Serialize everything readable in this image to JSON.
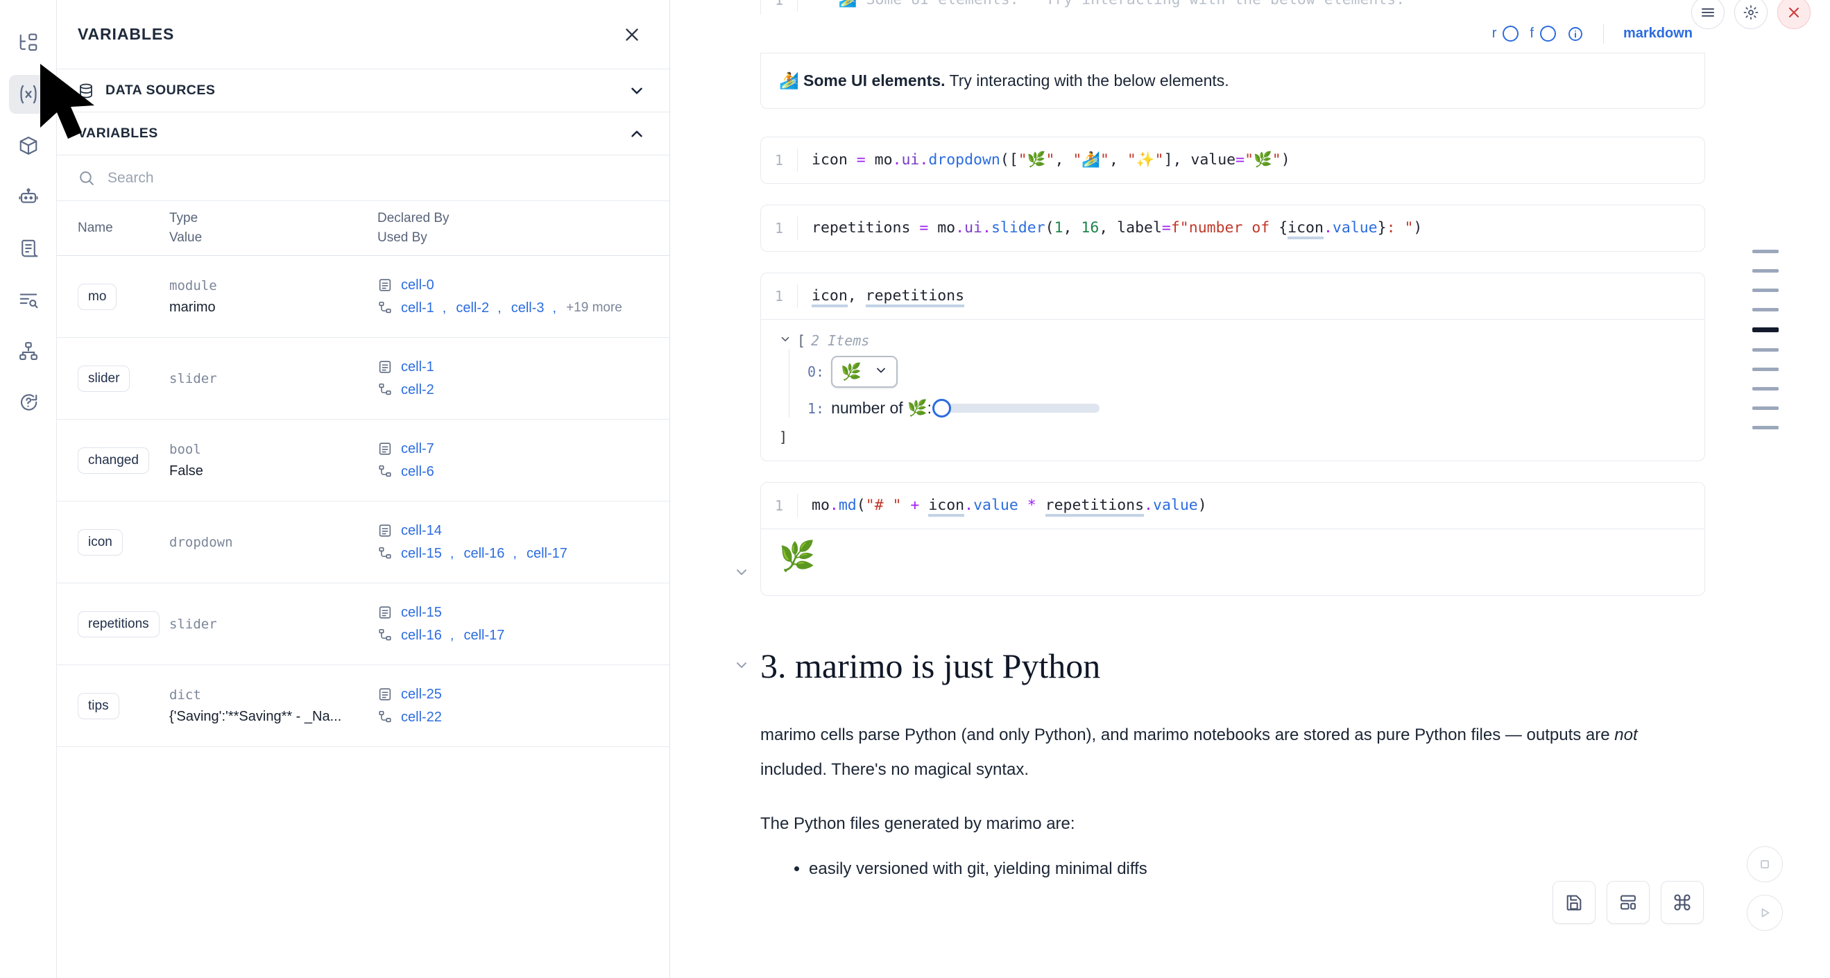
{
  "rail": {
    "items": [
      {
        "name": "file-explorer-icon",
        "active": false
      },
      {
        "name": "variables-icon",
        "active": true
      },
      {
        "name": "package-icon",
        "active": false
      },
      {
        "name": "robot-icon",
        "active": false
      },
      {
        "name": "scratchpad-icon",
        "active": false
      },
      {
        "name": "outline-icon",
        "active": false
      },
      {
        "name": "dependency-graph-icon",
        "active": false
      },
      {
        "name": "help-icon",
        "active": false
      }
    ]
  },
  "panel": {
    "title": "VARIABLES",
    "close_icon": "close-icon",
    "sections": [
      {
        "label": "DATA SOURCES",
        "icon": "database-icon",
        "chevron": "chevron-down-icon",
        "expanded": false
      },
      {
        "label": "VARIABLES",
        "icon": "",
        "chevron": "chevron-up-icon",
        "expanded": true
      }
    ],
    "search": {
      "placeholder": "Search",
      "value": "",
      "icon": "search-icon"
    },
    "table": {
      "headers": {
        "name": "Name",
        "type": "Type",
        "value": "Value",
        "declared_by": "Declared By",
        "used_by": "Used By"
      },
      "rows": [
        {
          "name": "mo",
          "type": "module",
          "value": "marimo",
          "declared_by": [
            "cell-0"
          ],
          "used_by": [
            "cell-1",
            "cell-2",
            "cell-3"
          ],
          "used_by_more": "+19 more"
        },
        {
          "name": "slider",
          "type": "slider",
          "value": "",
          "declared_by": [
            "cell-1"
          ],
          "used_by": [
            "cell-2"
          ],
          "used_by_more": ""
        },
        {
          "name": "changed",
          "type": "bool",
          "value": "False",
          "declared_by": [
            "cell-7"
          ],
          "used_by": [
            "cell-6"
          ],
          "used_by_more": ""
        },
        {
          "name": "icon",
          "type": "dropdown",
          "value": "",
          "declared_by": [
            "cell-14"
          ],
          "used_by": [
            "cell-15",
            "cell-16",
            "cell-17"
          ],
          "used_by_more": ""
        },
        {
          "name": "repetitions",
          "type": "slider",
          "value": "",
          "declared_by": [
            "cell-15"
          ],
          "used_by": [
            "cell-16",
            "cell-17"
          ],
          "used_by_more": ""
        },
        {
          "name": "tips",
          "type": "dict",
          "value": "{'Saving':'**Saving** - _Na...",
          "declared_by": [
            "cell-25"
          ],
          "used_by": [
            "cell-22"
          ],
          "used_by_more": ""
        }
      ]
    }
  },
  "notebook": {
    "top_cell": {
      "line_no": "1",
      "code_raw": "\"\"\"🏄 Some UI elements.\"\" Try interacting with the below elements.",
      "toolbar": {
        "r_label": "r",
        "f_label": "f",
        "info_icon": "info-icon",
        "language": "markdown",
        "menu_icon": "hamburger-icon",
        "settings_icon": "gear-icon",
        "delete_icon": "close-icon"
      },
      "output_bold": "Some UI elements.",
      "output_rest": " Try interacting with the below elements.",
      "output_emoji": "🏄"
    },
    "cells": [
      {
        "line_no": "1",
        "tokens": [
          {
            "t": "icon ",
            "c": "k-plain"
          },
          {
            "t": "=",
            "c": "k-op"
          },
          {
            "t": " mo",
            "c": "k-plain"
          },
          {
            "t": ".",
            "c": "k-op"
          },
          {
            "t": "ui",
            "c": "k-mod"
          },
          {
            "t": ".",
            "c": "k-op"
          },
          {
            "t": "dropdown",
            "c": "k-attr"
          },
          {
            "t": "([",
            "c": "k-plain"
          },
          {
            "t": "\"🌿\"",
            "c": "k-str"
          },
          {
            "t": ", ",
            "c": "k-plain"
          },
          {
            "t": "\"🏄\"",
            "c": "k-str"
          },
          {
            "t": ", ",
            "c": "k-plain"
          },
          {
            "t": "\"✨\"",
            "c": "k-str"
          },
          {
            "t": "], value",
            "c": "k-plain"
          },
          {
            "t": "=",
            "c": "k-op"
          },
          {
            "t": "\"🌿\"",
            "c": "k-str"
          },
          {
            "t": ")",
            "c": "k-plain"
          }
        ]
      },
      {
        "line_no": "1",
        "tokens": [
          {
            "t": "repetitions ",
            "c": "k-plain"
          },
          {
            "t": "=",
            "c": "k-op"
          },
          {
            "t": " mo",
            "c": "k-plain"
          },
          {
            "t": ".",
            "c": "k-op"
          },
          {
            "t": "ui",
            "c": "k-mod"
          },
          {
            "t": ".",
            "c": "k-op"
          },
          {
            "t": "slider",
            "c": "k-attr"
          },
          {
            "t": "(",
            "c": "k-plain"
          },
          {
            "t": "1",
            "c": "k-num"
          },
          {
            "t": ", ",
            "c": "k-plain"
          },
          {
            "t": "16",
            "c": "k-num"
          },
          {
            "t": ", label",
            "c": "k-plain"
          },
          {
            "t": "=",
            "c": "k-op"
          },
          {
            "t": "f\"number of ",
            "c": "k-str"
          },
          {
            "t": "{",
            "c": "k-plain"
          },
          {
            "t": "icon",
            "c": "k-var"
          },
          {
            "t": ".",
            "c": "k-op"
          },
          {
            "t": "value",
            "c": "k-attr"
          },
          {
            "t": "}",
            "c": "k-plain"
          },
          {
            "t": ": \"",
            "c": "k-str"
          },
          {
            "t": ")",
            "c": "k-plain"
          }
        ]
      }
    ],
    "inspect_cell": {
      "line_no": "1",
      "tokens": [
        {
          "t": "icon",
          "c": "k-var"
        },
        {
          "t": ", ",
          "c": "k-plain"
        },
        {
          "t": "repetitions",
          "c": "k-var"
        }
      ],
      "output": {
        "chevron": "chevron-down-icon",
        "open_bracket": "[",
        "items_label": "2 Items",
        "close_bracket": "]",
        "rows": [
          {
            "index": "0:",
            "widget": "dropdown",
            "value_emoji": "🌿",
            "chevron": "chevron-down-icon"
          },
          {
            "index": "1:",
            "widget": "slider",
            "label": "number of 🌿:",
            "value": 1,
            "min": 1,
            "max": 16
          }
        ]
      }
    },
    "md_cell": {
      "line_no": "1",
      "tokens": [
        {
          "t": "mo",
          "c": "k-plain"
        },
        {
          "t": ".",
          "c": "k-op"
        },
        {
          "t": "md",
          "c": "k-attr"
        },
        {
          "t": "(",
          "c": "k-plain"
        },
        {
          "t": "\"# \"",
          "c": "k-str"
        },
        {
          "t": " ",
          "c": "k-plain"
        },
        {
          "t": "+",
          "c": "k-op"
        },
        {
          "t": " ",
          "c": "k-plain"
        },
        {
          "t": "icon",
          "c": "k-var"
        },
        {
          "t": ".",
          "c": "k-op"
        },
        {
          "t": "value",
          "c": "k-attr"
        },
        {
          "t": " ",
          "c": "k-plain"
        },
        {
          "t": "*",
          "c": "k-op"
        },
        {
          "t": " ",
          "c": "k-plain"
        },
        {
          "t": "repetitions",
          "c": "k-var"
        },
        {
          "t": ".",
          "c": "k-op"
        },
        {
          "t": "value",
          "c": "k-attr"
        },
        {
          "t": ")",
          "c": "k-plain"
        }
      ],
      "output_emoji": "🌿",
      "chevron": "chevron-down-icon"
    },
    "section": {
      "chevron": "chevron-down-icon",
      "heading": "3. marimo is just Python",
      "paragraph_1a": "marimo cells parse Python (and only Python), and marimo notebooks are stored as pure Python files — outputs are ",
      "paragraph_1_em": "not",
      "paragraph_1b": " included. There's no magical syntax.",
      "paragraph_2": "The Python files generated by marimo are:",
      "bullets": [
        "easily versioned with git, yielding minimal diffs"
      ]
    }
  },
  "minimap": {
    "marks": [
      {
        "active": false
      },
      {
        "active": false
      },
      {
        "active": false
      },
      {
        "active": false
      },
      {
        "active": true
      },
      {
        "active": false
      },
      {
        "active": false
      },
      {
        "active": false
      },
      {
        "active": false
      },
      {
        "active": false
      }
    ]
  },
  "bottom_bar": {
    "buttons": [
      {
        "name": "save-button",
        "icon": "save-icon"
      },
      {
        "name": "layout-button",
        "icon": "layout-icon"
      },
      {
        "name": "command-palette-button",
        "icon": "command-icon"
      }
    ],
    "run_controls": [
      {
        "name": "stop-button",
        "icon": "stop-icon"
      },
      {
        "name": "run-button",
        "icon": "play-icon"
      }
    ]
  },
  "colors": {
    "accent": "#2b6ce0",
    "text": "#1b2535",
    "muted": "#7b8699",
    "border": "#e7eaf0",
    "danger": "#d33a3a"
  }
}
